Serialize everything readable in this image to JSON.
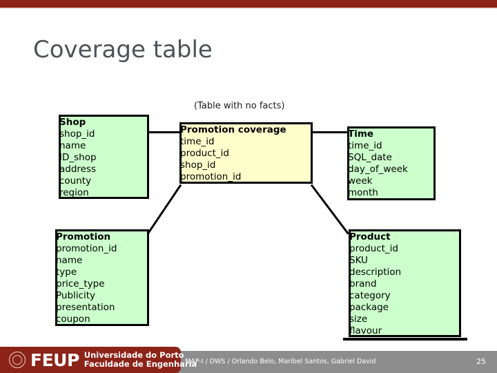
{
  "slide": {
    "title": "Coverage table",
    "subtitle": "(Table with no facts)",
    "accent_color": "#8c2318",
    "title_color": "#4d5356"
  },
  "diagram": {
    "fact_fill": "#ffffcc",
    "dimension_fill": "#ccffcc",
    "entities": [
      {
        "id": "shop",
        "title": "Shop",
        "kind": "dimension",
        "attributes": [
          "shop_id",
          "name",
          "ID_shop",
          "address",
          "county",
          "region"
        ]
      },
      {
        "id": "promotion-coverage",
        "title": "Promotion coverage",
        "kind": "fact",
        "attributes": [
          "time_id",
          "product_id",
          "shop_id",
          "promotion_id"
        ]
      },
      {
        "id": "time",
        "title": "Time",
        "kind": "dimension",
        "attributes": [
          "time_id",
          "SQL_date",
          "day_of_week",
          "week",
          "month"
        ]
      },
      {
        "id": "promotion",
        "title": "Promotion",
        "kind": "dimension",
        "attributes": [
          "promotion_id",
          "name",
          "type",
          "price_type",
          "Publicity",
          "presentation",
          "coupon"
        ]
      },
      {
        "id": "product",
        "title": "Product",
        "kind": "dimension",
        "attributes": [
          "product_id",
          "SKU",
          "description",
          "brand",
          "category",
          "package",
          "size",
          "flavour"
        ]
      }
    ],
    "connections": [
      {
        "from": "shop",
        "to": "promotion-coverage"
      },
      {
        "from": "promotion-coverage",
        "to": "time"
      },
      {
        "from": "promotion-coverage",
        "to": "promotion"
      },
      {
        "from": "promotion-coverage",
        "to": "product"
      }
    ]
  },
  "footer": {
    "logo_word": "FEUP",
    "logo_line1": "Universidade do Porto",
    "logo_line2": "Faculdade de Engenharia",
    "credit": "MAP-I / DWS / Orlando Belo, Maribel Santos, Gabriel David",
    "page_number": "25",
    "bar_color": "#8d8d8d"
  }
}
